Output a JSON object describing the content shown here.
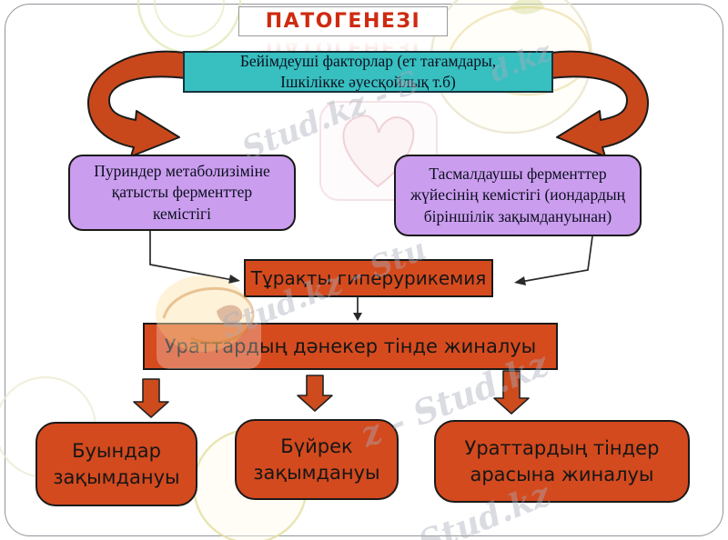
{
  "title": {
    "text": "ПАТОГЕНЕЗІ"
  },
  "colors": {
    "teal_box": "#38bfc0",
    "purple_box": "#cb9dee",
    "orange_box": "#d64b1e",
    "block_arrow": "#c8481c",
    "title_red": "#ce2b11",
    "connector": "#2a2a2a",
    "frame_border": "#8f959b",
    "watermark_gray": "#a9adbc"
  },
  "nodes": {
    "predisposing": {
      "lines": [
        "Бейімдеуші факторлар (ет тағамдары,",
        "Ішкілікке әуесқойлық т.б)"
      ]
    },
    "purine_defect": {
      "lines": [
        "Пуриндер метаболизіміне",
        "қатысты ферменттер",
        "кемістігі"
      ]
    },
    "transport_defect": {
      "lines": [
        "Тасмалдаушы ферменттер",
        "жүйесінің кемістігі (иондардың",
        "біріншілік зақымдануынан)"
      ]
    },
    "hyperuricemia": {
      "text": "Тұрақты гиперурикемия"
    },
    "urate_accumulation": {
      "text": "Ураттардың дәнекер тінде жиналуы"
    },
    "joint_damage": {
      "lines": [
        "Буындар",
        "зақымдануы"
      ]
    },
    "kidney_damage": {
      "lines": [
        "Бүйрек",
        "зақымдануы"
      ]
    },
    "tissue_deposition": {
      "lines": [
        "Ураттардың тіндер",
        "арасына жиналуы"
      ]
    }
  },
  "watermarks": [
    {
      "text": "Stud.kz - S"
    },
    {
      "text": "d.kz"
    },
    {
      "text": "Stud.kz - Stu"
    },
    {
      "text": "z - Stud.kz"
    },
    {
      "text": "Stud.kz"
    }
  ]
}
